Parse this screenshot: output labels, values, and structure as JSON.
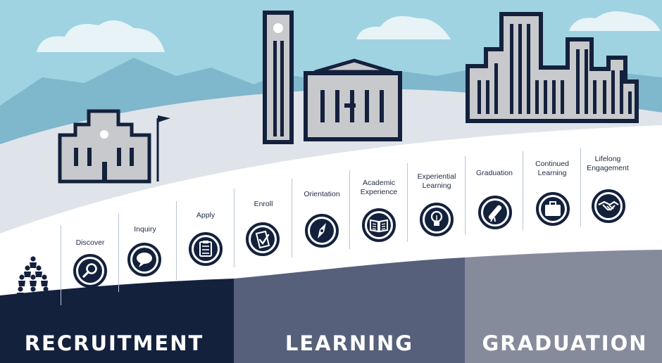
{
  "colors": {
    "sky": "#9fd3e2",
    "mountains": "#7fb7cc",
    "hill": "#dfe4ea",
    "navy": "#14213d",
    "building_fill": "#c7c9cc",
    "recruitment": "#14213d",
    "learning": "#56607a",
    "graduation": "#868b9c"
  },
  "steps": [
    {
      "label": "Discover",
      "icon": "magnifying-glass-icon"
    },
    {
      "label": "Inquiry",
      "icon": "speech-bubble-icon"
    },
    {
      "label": "Apply",
      "icon": "clipboard-icon"
    },
    {
      "label": "Enroll",
      "icon": "document-check-icon"
    },
    {
      "label": "Orientation",
      "icon": "compass-icon"
    },
    {
      "label": "Academic Experience",
      "icon": "open-book-icon"
    },
    {
      "label": "Experiential Learning",
      "icon": "lightbulb-icon"
    },
    {
      "label": "Graduation",
      "icon": "diploma-icon"
    },
    {
      "label": "Continued Learning",
      "icon": "briefcase-icon"
    },
    {
      "label": "Lifelong Engagement",
      "icon": "handshake-icon"
    }
  ],
  "stages": [
    {
      "label": "RECRUITMENT"
    },
    {
      "label": "LEARNING"
    },
    {
      "label": "GRADUATION"
    }
  ],
  "people_icon": "group-of-people-icon"
}
